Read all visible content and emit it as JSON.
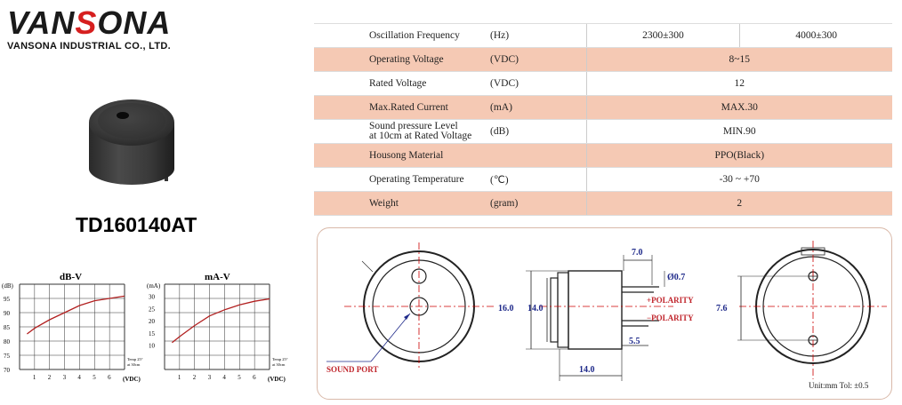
{
  "brand": {
    "logo": "VANSONA",
    "company": "VANSONA INDUSTRIAL CO., LTD."
  },
  "model": "TD160140AT",
  "specs": [
    {
      "param": "Oscillation Frequency",
      "unit": "(Hz)",
      "values": [
        "2300±300",
        "4000±300"
      ],
      "shade": false
    },
    {
      "param": "Operating Voltage",
      "unit": "(VDC)",
      "values": [
        "8~15"
      ],
      "shade": true
    },
    {
      "param": "Rated Voltage",
      "unit": "(VDC)",
      "values": [
        "12"
      ],
      "shade": false
    },
    {
      "param": "Max.Rated Current",
      "unit": "(mA)",
      "values": [
        "MAX.30"
      ],
      "shade": true
    },
    {
      "param": "Sound pressure Level\nat 10cm at Rated Voltage",
      "unit": "(dB)",
      "values": [
        "MIN.90"
      ],
      "shade": false
    },
    {
      "param": "Housong Material",
      "unit": "",
      "values": [
        "PPO(Black)"
      ],
      "shade": true
    },
    {
      "param": "Operating Temperature",
      "unit": "(℃)",
      "values": [
        "-30 ~ +70"
      ],
      "shade": false
    },
    {
      "param": "Weight",
      "unit": "(gram)",
      "values": [
        "2"
      ],
      "shade": true
    }
  ],
  "chart_data": [
    {
      "type": "line",
      "title": "dB-V",
      "ylabel": "(dB)",
      "xlabel": "(VDC)",
      "note": "Temp 25°\nat 30cm",
      "xlim": [
        0,
        7
      ],
      "ylim": [
        70,
        100
      ],
      "xticks": [
        1,
        2,
        3,
        4,
        5,
        6
      ],
      "yticks": [
        70,
        75,
        80,
        85,
        90,
        95
      ],
      "series": [
        {
          "x": [
            0.5,
            1,
            2,
            3,
            4,
            5,
            6,
            7
          ],
          "y": [
            82.5,
            84.5,
            87.5,
            90,
            92.5,
            94.2,
            95,
            95.8
          ]
        }
      ]
    },
    {
      "type": "line",
      "title": "mA-V",
      "ylabel": "(mA)",
      "xlabel": "(VDC)",
      "note": "Temp 25°\nat 30cm",
      "xlim": [
        0,
        7
      ],
      "ylim": [
        0,
        35
      ],
      "xticks": [
        1,
        2,
        3,
        4,
        5,
        6
      ],
      "yticks": [
        10,
        15,
        20,
        25,
        30
      ],
      "series": [
        {
          "x": [
            0.5,
            1,
            2,
            3,
            4,
            5,
            6,
            7
          ],
          "y": [
            11,
            13.5,
            18,
            22,
            24.5,
            26.5,
            28,
            29
          ]
        }
      ]
    }
  ],
  "drawing": {
    "sound_port": "SOUND PORT",
    "dim_16": "16.0",
    "dim_14_inner": "14.0",
    "dim_7": "7.0",
    "dim_pin": "Ø0.7",
    "pos_polarity": "+POLARITY",
    "neg_polarity": "−POLARITY",
    "dim_5_5": "5.5",
    "dim_14_bottom": "14.0",
    "dim_7_6": "7.6",
    "units": "Unit:mm  Tol: ±0.5"
  },
  "colors": {
    "accent_red": "#d61f1f",
    "table_shade": "#f5c9b4",
    "curve": "#b22020",
    "dim_blue": "#1f2a8a"
  }
}
